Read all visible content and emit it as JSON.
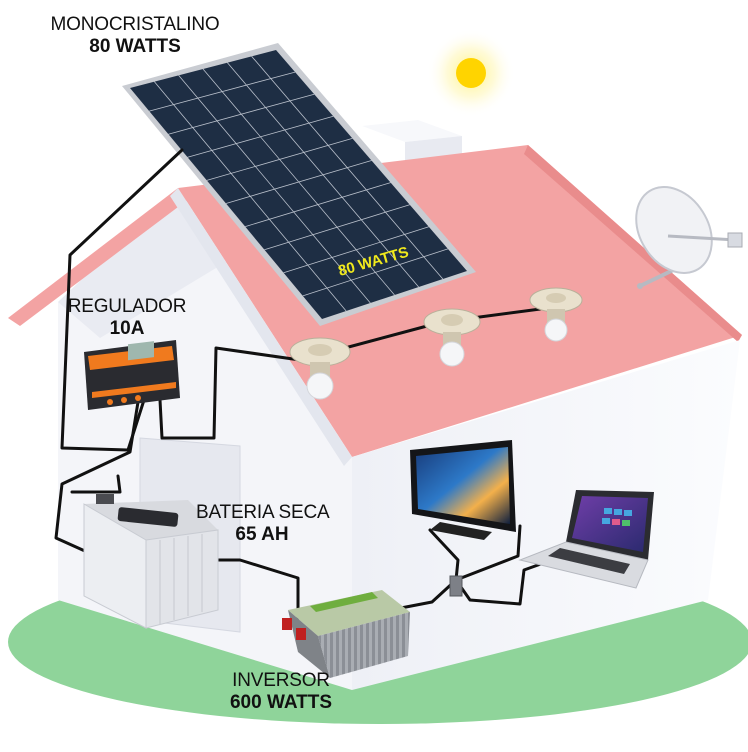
{
  "labels": {
    "panel_name": "MONOCRISTALINO",
    "panel_spec": "80 WATTS",
    "panel_badge": "80 WATTS",
    "regulator_name": "REGULADOR",
    "regulator_spec": "10A",
    "battery_name": "BATERIA SECA",
    "battery_spec": "65 AH",
    "inverter_name": "INVERSOR",
    "inverter_spec": "600 WATTS"
  },
  "colors": {
    "roof": "#f3a3a3",
    "roof_edge": "#e98c8c",
    "house_wall": "#f4f5f9",
    "ground": "#8fd49a",
    "sun": "#ffd400",
    "panel_cell": "#1e2e44",
    "panel_frame": "#c9ccd2",
    "badge_text": "#f1ea1c",
    "regulator_accent": "#f07a1e",
    "cable": "#111111"
  },
  "icons": {
    "sun": "sun-icon",
    "satellite": "satellite-dish-icon",
    "bulb": "led-bulb-icon",
    "tv": "tv-icon",
    "laptop": "laptop-icon",
    "battery": "battery-icon",
    "inverter": "inverter-icon",
    "regulator": "charge-controller-icon",
    "panel": "solar-panel-icon"
  }
}
